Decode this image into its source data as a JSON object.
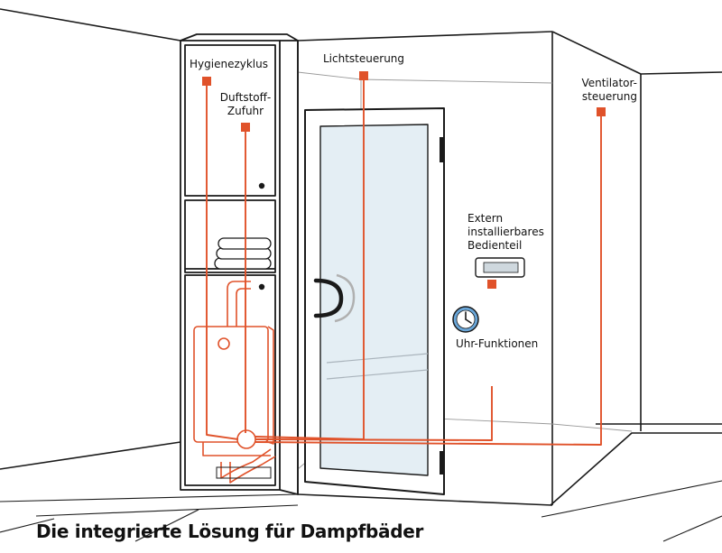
{
  "diagram": {
    "title": "Die integrierte Lösung für Dampfbäder",
    "labels": {
      "hygiene": "Hygienezyklus",
      "duft_line1": "Duftstoff-",
      "duft_line2": "Zufuhr",
      "licht": "Lichtsteuerung",
      "vent_line1": "Ventilator-",
      "vent_line2": "steuerung",
      "extern_line1": "Extern",
      "extern_line2": "installierbares",
      "extern_line3": "Bedienteil",
      "uhr": "Uhr-Funktionen"
    },
    "colors": {
      "accent": "#e0522a",
      "outline": "#1a1a1a",
      "glass": "#e4eef4",
      "clock": "#6aa6d8"
    },
    "icons": {
      "clock": "clock-icon",
      "control_panel": "control-panel-icon"
    }
  }
}
